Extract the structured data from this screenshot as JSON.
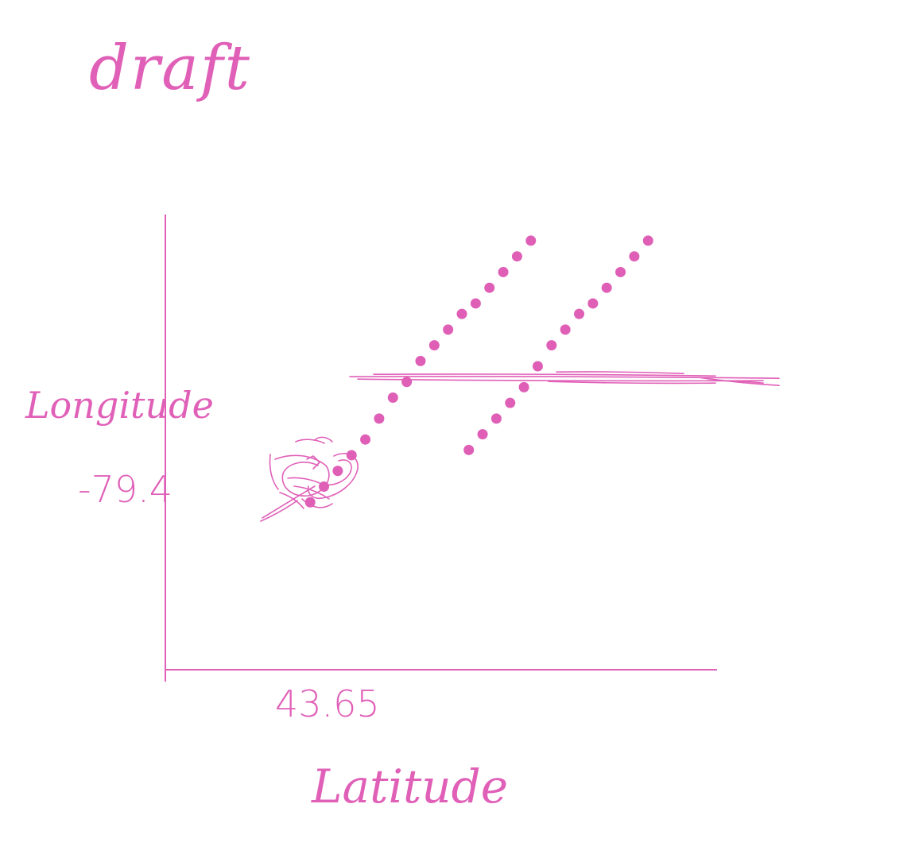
{
  "note": "draft",
  "chart_data": {
    "type": "scatter",
    "xlabel": "Latitude",
    "ylabel": "Longitude",
    "x_tick": {
      "value": 43.65,
      "label": "43.65"
    },
    "y_tick": {
      "value": -79.4,
      "label": "-79.4"
    },
    "xlim": [
      43.35,
      44.15
    ],
    "ylim": [
      -79.96,
      -79.09
    ],
    "reference_line": {
      "y": -79.4,
      "style": "hand-drawn"
    },
    "grid": false,
    "legend": "none",
    "color": "#df5fb6",
    "series": [
      {
        "points": [
          {
            "x": 43.56,
            "y": -79.64
          },
          {
            "x": 43.58,
            "y": -79.61
          },
          {
            "x": 43.6,
            "y": -79.58
          },
          {
            "x": 43.62,
            "y": -79.55
          },
          {
            "x": 43.64,
            "y": -79.52
          },
          {
            "x": 43.66,
            "y": -79.48
          },
          {
            "x": 43.68,
            "y": -79.44
          },
          {
            "x": 43.7,
            "y": -79.41
          },
          {
            "x": 43.72,
            "y": -79.37
          },
          {
            "x": 43.74,
            "y": -79.34
          },
          {
            "x": 43.76,
            "y": -79.31
          },
          {
            "x": 43.78,
            "y": -79.28
          },
          {
            "x": 43.8,
            "y": -79.26
          },
          {
            "x": 43.82,
            "y": -79.23
          },
          {
            "x": 43.84,
            "y": -79.2
          },
          {
            "x": 43.86,
            "y": -79.17
          },
          {
            "x": 43.88,
            "y": -79.14
          }
        ]
      },
      {
        "points": [
          {
            "x": 43.79,
            "y": -79.54
          },
          {
            "x": 43.81,
            "y": -79.51
          },
          {
            "x": 43.83,
            "y": -79.48
          },
          {
            "x": 43.85,
            "y": -79.45
          },
          {
            "x": 43.87,
            "y": -79.42
          },
          {
            "x": 43.89,
            "y": -79.38
          },
          {
            "x": 43.91,
            "y": -79.34
          },
          {
            "x": 43.93,
            "y": -79.31
          },
          {
            "x": 43.95,
            "y": -79.28
          },
          {
            "x": 43.97,
            "y": -79.26
          },
          {
            "x": 43.99,
            "y": -79.23
          },
          {
            "x": 44.01,
            "y": -79.2
          },
          {
            "x": 44.03,
            "y": -79.17
          },
          {
            "x": 44.05,
            "y": -79.14
          }
        ]
      }
    ]
  }
}
